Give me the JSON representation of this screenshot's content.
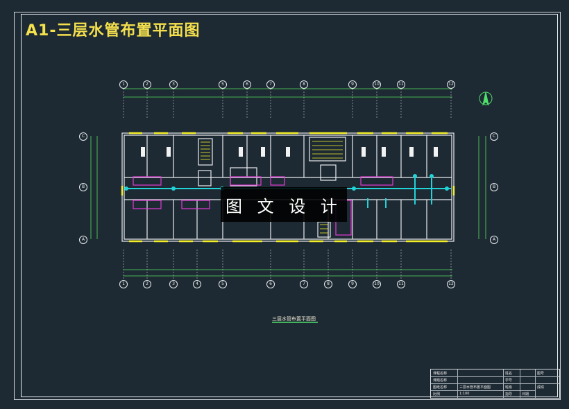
{
  "title": "A1-三层水管布置平面图",
  "watermark": "图 文 设 计",
  "plan_caption": "三层水管布置平面图",
  "colors": {
    "background": "#1e2a33",
    "title": "#f4e04d",
    "walls": "#e8ecef",
    "windows": "#f3ee2a",
    "dims": "#55e15f",
    "magenta": "#e33bd8",
    "cyan": "#21d4d8",
    "axis": "#e7ecef"
  },
  "axes_top": [
    "1",
    "2",
    "3",
    "5",
    "6",
    "7",
    "8",
    "9",
    "10",
    "11",
    "12"
  ],
  "axes_bottom": [
    "1",
    "2",
    "3",
    "4",
    "5",
    "6",
    "7",
    "8",
    "9",
    "10",
    "11",
    "12"
  ],
  "axes_left": [
    "C",
    "B",
    "A"
  ],
  "axes_right": [
    "C",
    "B",
    "A"
  ],
  "titleblock": {
    "row1": "课程名称",
    "row2": "课题名称",
    "row3": "图纸名称",
    "row4": "比例",
    "sheet_title": "三层水管布置平面图",
    "scale": "1:100",
    "name_label": "姓名",
    "id_label": "学号",
    "class_label": "班级",
    "teacher_label": "指导",
    "date_label": "日期",
    "sheet_no_label": "图号",
    "grade_label": "成绩"
  }
}
